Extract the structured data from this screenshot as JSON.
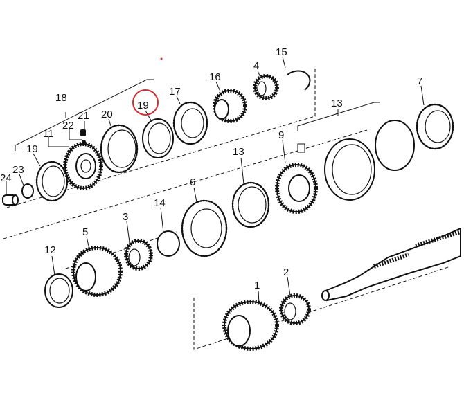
{
  "labels": {
    "l1": "1",
    "l2": "2",
    "l3": "3",
    "l4": "4",
    "l5": "5",
    "l6": "6",
    "l7": "7",
    "l9": "9",
    "l11": "11",
    "l12": "12",
    "l13a": "13",
    "l13b": "13",
    "l14": "14",
    "l15": "15",
    "l16": "16",
    "l17": "17",
    "l18": "18",
    "l19a": "19",
    "l19b": "19",
    "l20": "20",
    "l21": "21",
    "l22": "22",
    "l23": "23",
    "l24": "24"
  },
  "highlight": {
    "label": "19",
    "color": "#d42a2a"
  }
}
